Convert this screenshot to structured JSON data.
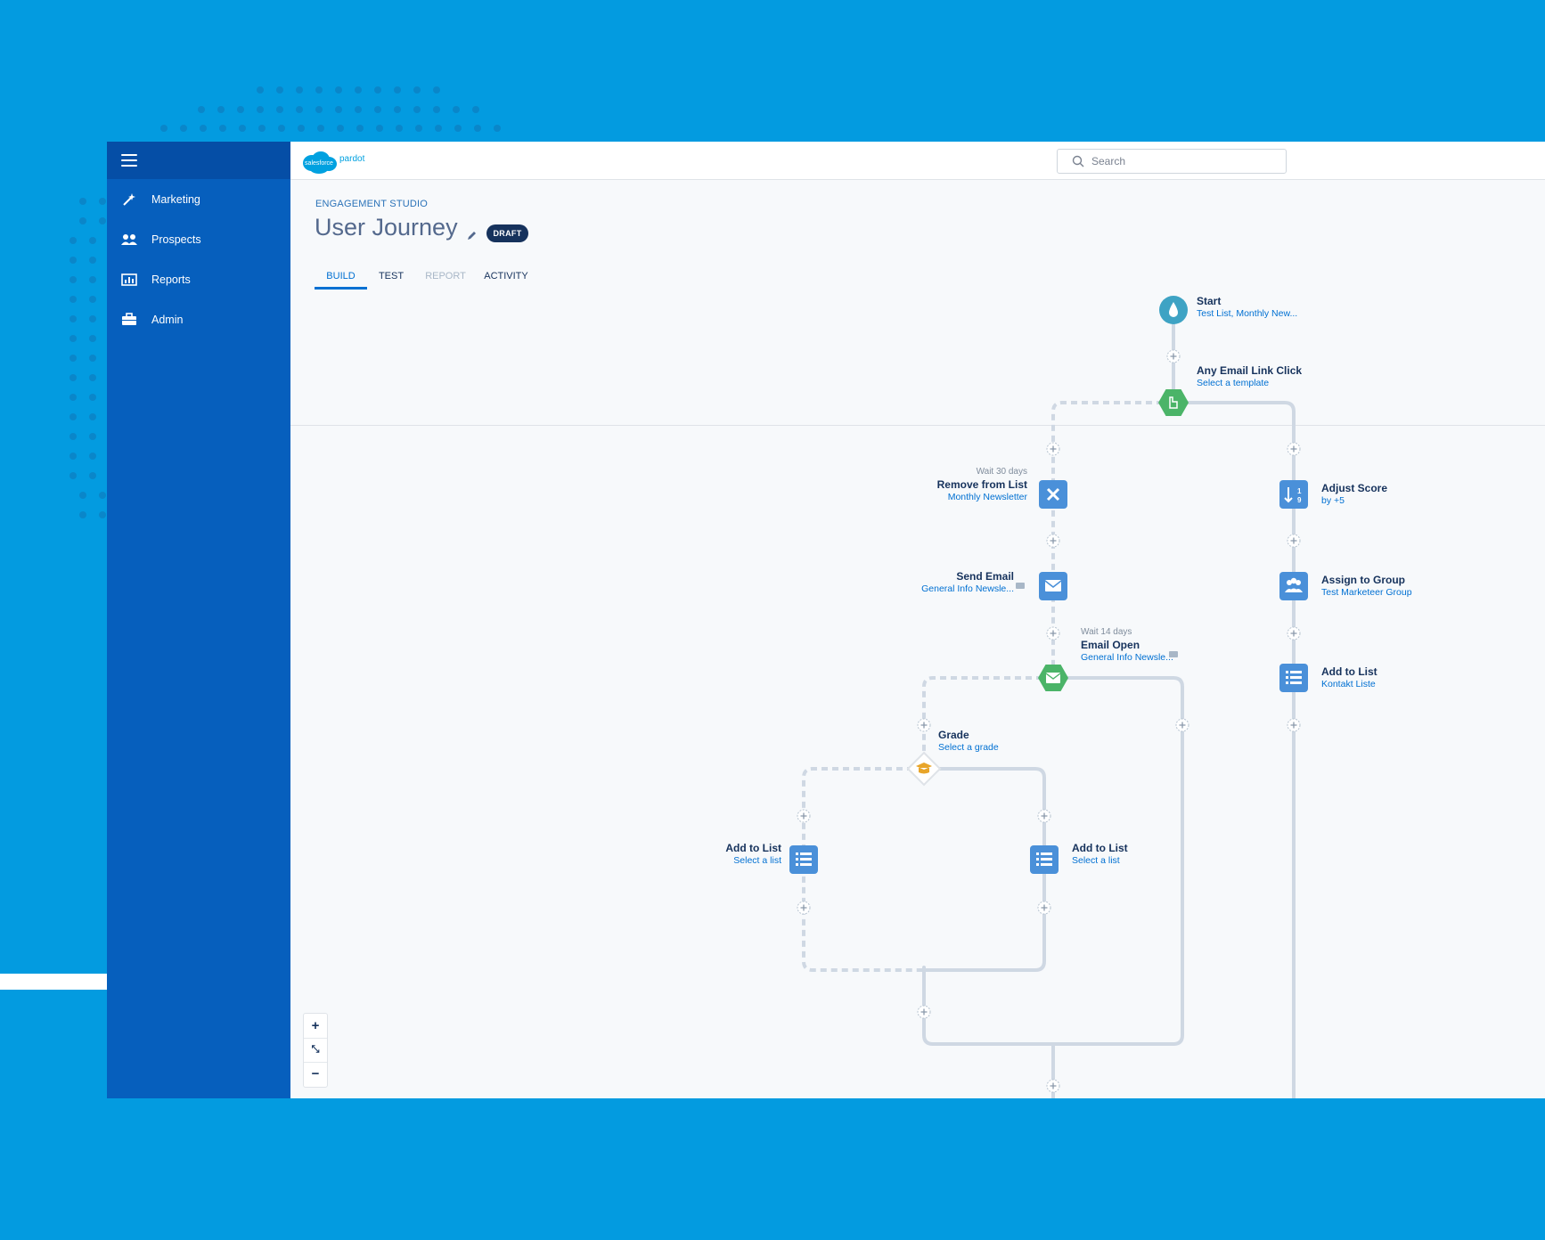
{
  "sidebar": {
    "items": [
      {
        "label": "Marketing",
        "icon": "wand-icon"
      },
      {
        "label": "Prospects",
        "icon": "people-icon"
      },
      {
        "label": "Reports",
        "icon": "chart-icon"
      },
      {
        "label": "Admin",
        "icon": "briefcase-icon"
      }
    ]
  },
  "topbar": {
    "logo_word": "salesforce",
    "logo_product": "pardot",
    "search_placeholder": "Search"
  },
  "header": {
    "eyebrow": "ENGAGEMENT STUDIO",
    "title": "User Journey",
    "badge": "DRAFT"
  },
  "tabs": [
    {
      "label": "BUILD",
      "state": "active"
    },
    {
      "label": "TEST",
      "state": "normal"
    },
    {
      "label": "REPORT",
      "state": "disabled"
    },
    {
      "label": "ACTIVITY",
      "state": "normal"
    }
  ],
  "flow": {
    "start": {
      "title": "Start",
      "subtitle": "Test List, Monthly New..."
    },
    "email_link_click": {
      "title": "Any Email Link Click",
      "subtitle": "Select a template"
    },
    "remove_from_list": {
      "wait": "Wait 30 days",
      "title": "Remove from List",
      "subtitle": "Monthly Newsletter"
    },
    "send_email": {
      "title": "Send Email",
      "subtitle": "General Info Newsle..."
    },
    "email_open": {
      "wait": "Wait 14 days",
      "title": "Email Open",
      "subtitle": "General Info Newsle..."
    },
    "grade": {
      "title": "Grade",
      "subtitle": "Select a grade"
    },
    "add_to_list_left": {
      "title": "Add to List",
      "subtitle": "Select a list"
    },
    "add_to_list_mid": {
      "title": "Add to List",
      "subtitle": "Select a list"
    },
    "adjust_score": {
      "title": "Adjust Score",
      "subtitle": "by +5"
    },
    "assign_group": {
      "title": "Assign to Group",
      "subtitle": "Test Marketeer Group"
    },
    "add_to_list_right": {
      "title": "Add to List",
      "subtitle": "Kontakt Liste"
    }
  },
  "zoom": {
    "in": "+",
    "fit": "⤡",
    "out": "−"
  },
  "colors": {
    "page_bg": "#039be0",
    "sidebar": "#065fbd",
    "action_blue": "#4a90d9",
    "trigger_green": "#4bb468",
    "start_teal": "#3ea3c4",
    "rule_orange": "#e8a52a",
    "connector": "#cfd8e3"
  }
}
